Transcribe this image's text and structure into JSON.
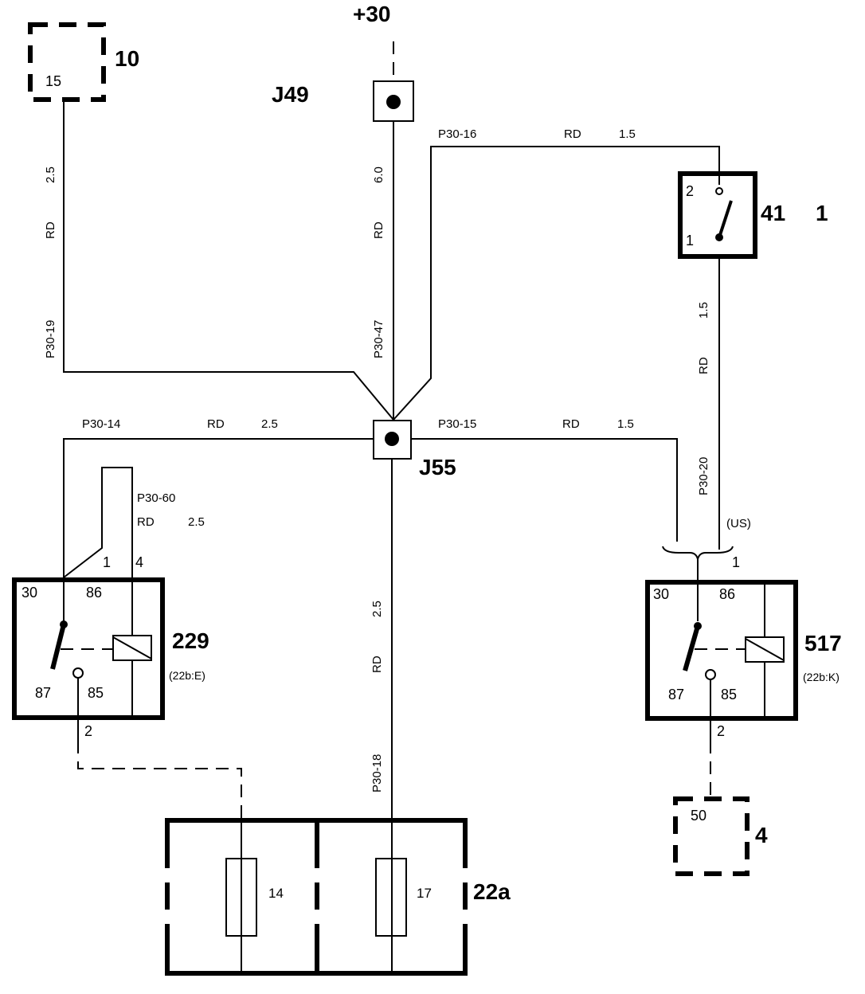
{
  "supply": "+30",
  "connectors": {
    "j49": "J49",
    "j55": "J55"
  },
  "components": [
    {
      "id": "10",
      "label": "10",
      "pin": "15"
    },
    {
      "id": "41",
      "label": "41",
      "extra": "1",
      "pins": [
        "2",
        "1"
      ]
    },
    {
      "id": "229",
      "label": "229",
      "ref": "(22b:E)",
      "pins": {
        "p30": "30",
        "p86": "86",
        "p87": "87",
        "p85": "85"
      },
      "wire_pins": {
        "top1": "1",
        "top4": "4",
        "bottom": "2"
      }
    },
    {
      "id": "517",
      "label": "517",
      "ref": "(22b:K)",
      "pins": {
        "p30": "30",
        "p86": "86",
        "p87": "87",
        "p85": "85"
      },
      "wire_pins": {
        "top": "1",
        "bottom": "2"
      },
      "variant": "(US)"
    },
    {
      "id": "4",
      "label": "4",
      "pin": "50"
    },
    {
      "id": "22a",
      "label": "22a",
      "fuses": [
        "14",
        "17"
      ]
    }
  ],
  "wires": {
    "p30_19": {
      "code": "P30-19",
      "color": "RD",
      "size": "2.5"
    },
    "p30_47": {
      "code": "P30-47",
      "color": "RD",
      "size": "6.0"
    },
    "p30_16": {
      "code": "P30-16",
      "color": "RD",
      "size": "1.5"
    },
    "p30_20": {
      "code": "P30-20",
      "color": "RD",
      "size": "1.5"
    },
    "p30_14": {
      "code": "P30-14",
      "color": "RD",
      "size": "2.5"
    },
    "p30_15": {
      "code": "P30-15",
      "color": "RD",
      "size": "1.5"
    },
    "p30_60": {
      "code": "P30-60",
      "color": "RD",
      "size": "2.5"
    },
    "p30_18": {
      "code": "P30-18",
      "color": "RD",
      "size": "2.5"
    }
  }
}
